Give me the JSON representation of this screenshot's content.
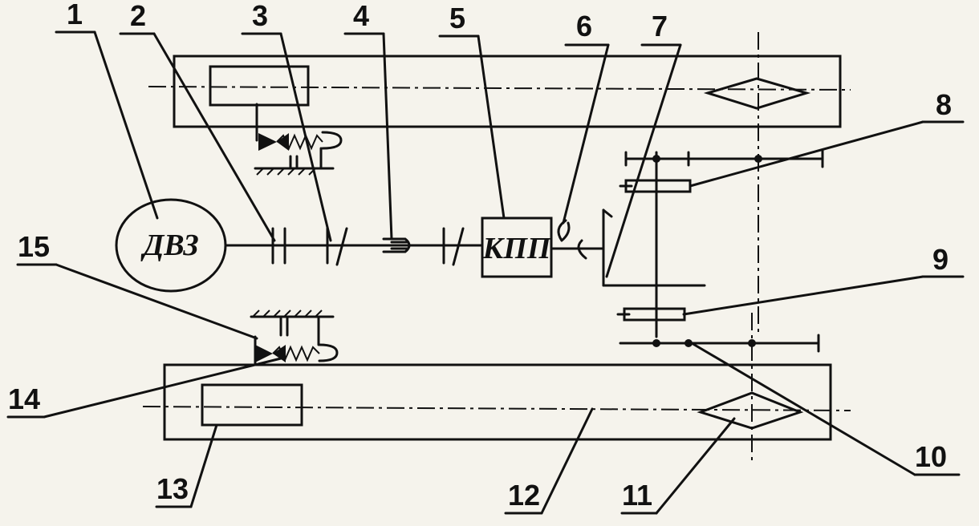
{
  "labels": {
    "engine": "ДВЗ",
    "gearbox": "КПП"
  },
  "callouts": [
    "1",
    "2",
    "3",
    "4",
    "5",
    "6",
    "7",
    "8",
    "9",
    "10",
    "11",
    "12",
    "13",
    "14",
    "15"
  ]
}
